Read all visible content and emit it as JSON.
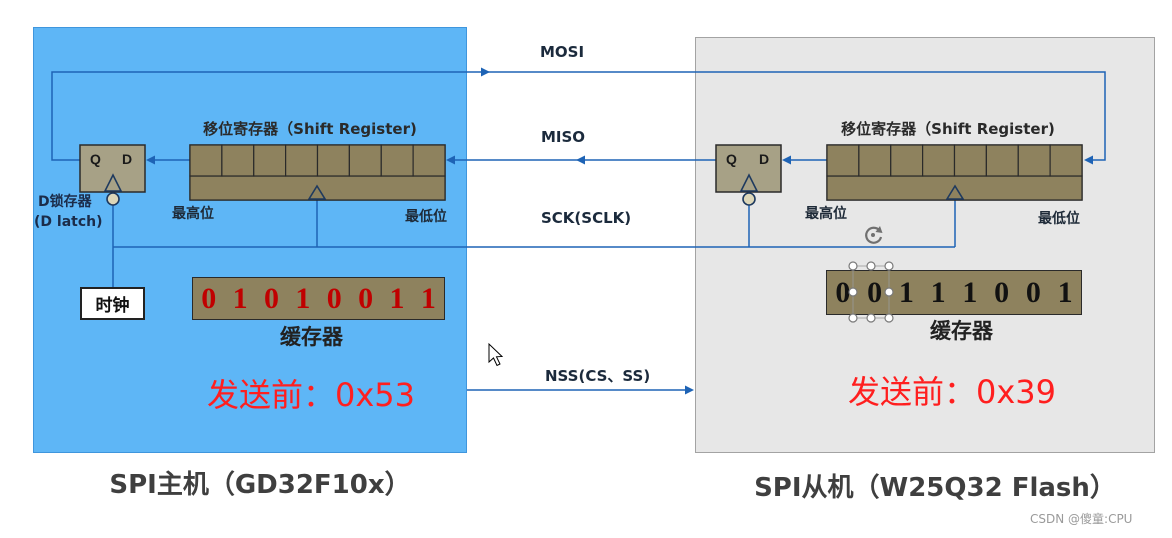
{
  "master": {
    "caption": "SPI主机（GD32F10x）",
    "latch": {
      "q": "Q",
      "d": "D",
      "name": "D锁存器",
      "name_en": "(D latch)"
    },
    "shift_register": {
      "label": "移位寄存器（Shift Register)",
      "msb": "最高位",
      "lsb": "最低位"
    },
    "clock": "时钟",
    "buffer": {
      "label": "缓存器",
      "bits": [
        "0",
        "1",
        "0",
        "1",
        "0",
        "0",
        "1",
        "1"
      ],
      "bit_color": "#C00000"
    },
    "before_send": "发送前：0x53"
  },
  "slave": {
    "caption": "SPI从机（W25Q32 Flash）",
    "latch": {
      "q": "Q",
      "d": "D"
    },
    "shift_register": {
      "label": "移位寄存器（Shift Register)",
      "msb": "最高位",
      "lsb": "最低位"
    },
    "buffer": {
      "label": "缓存器",
      "bits": [
        "0",
        "0",
        "1",
        "1",
        "1",
        "0",
        "0",
        "1"
      ],
      "bit_color": "#111111"
    },
    "before_send": "发送前：0x39"
  },
  "signals": {
    "mosi": "MOSI",
    "miso": "MISO",
    "sck": "SCK(SCLK)",
    "nss": "NSS(CS、SS)"
  },
  "watermark": "CSDN @傻童:CPU",
  "colors": {
    "master_panel": "#5EB6F6",
    "slave_panel": "#E7E7E7",
    "register_fill": "#8E825E",
    "latch_fill": "#A7A186",
    "wire": "#1E63B5",
    "highlight_text": "#FF1F1F"
  },
  "icons": {
    "rotate_handle": "rotate-handle-icon",
    "pointer": "mouse-pointer-icon"
  }
}
